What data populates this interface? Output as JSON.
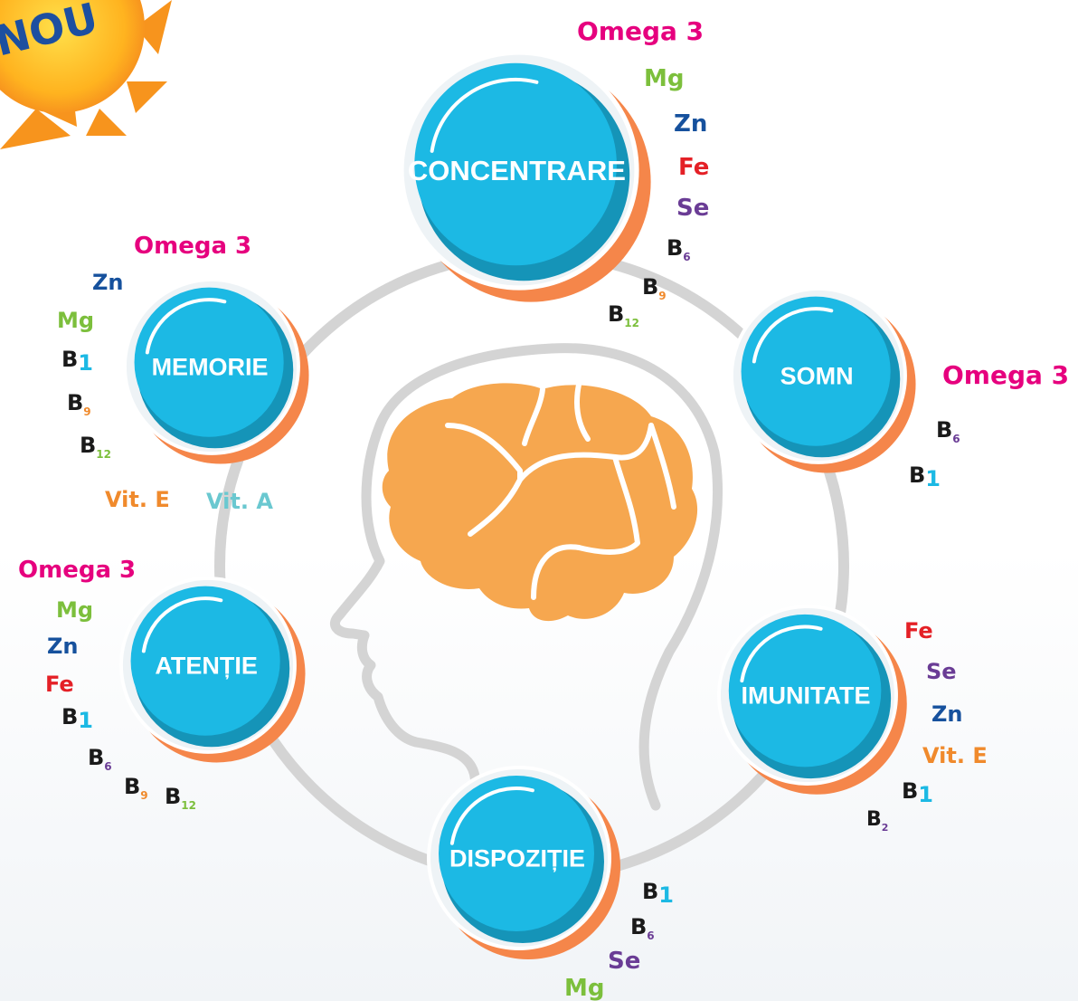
{
  "badge": {
    "text": "NOU"
  },
  "colors": {
    "circle": "#1cb9e4",
    "circle_dark": "#1594b8",
    "crescent": "#f5864a",
    "ring": "#d4d4d4",
    "brain": "#f6a74f",
    "omega": "#e6007e",
    "mg": "#7cbf3c",
    "zn": "#16519d",
    "fe": "#e42026",
    "se": "#6a3c95",
    "b": "#1a1a1a",
    "vitE": "#f08a2c",
    "vitA": "#6ac8d0"
  },
  "nodes": [
    {
      "id": "concentrare",
      "title": "CONCENTRARE",
      "nutrients": [
        {
          "text": "Omega 3",
          "color": "omega"
        },
        {
          "text": "Mg",
          "color": "mg"
        },
        {
          "text": "Zn",
          "color": "zn"
        },
        {
          "text": "Fe",
          "color": "fe"
        },
        {
          "text": "Se",
          "color": "se"
        },
        {
          "text": "B",
          "sub": "6",
          "subcolor": "se"
        },
        {
          "text": "B",
          "sub": "9",
          "subcolor": "vitE"
        },
        {
          "text": "B",
          "sub": "12",
          "subcolor": "mg"
        }
      ]
    },
    {
      "id": "memorie",
      "title": "MEMORIE",
      "nutrients": [
        {
          "text": "Omega 3",
          "color": "omega"
        },
        {
          "text": "Zn",
          "color": "zn"
        },
        {
          "text": "Mg",
          "color": "mg"
        },
        {
          "text": "B",
          "sub": "1",
          "subcolor": "circle"
        },
        {
          "text": "B",
          "sub": "9",
          "subcolor": "vitE"
        },
        {
          "text": "B",
          "sub": "12",
          "subcolor": "mg"
        },
        {
          "text": "Vit. E",
          "color": "vitE"
        },
        {
          "text": "Vit. A",
          "color": "vitA"
        }
      ]
    },
    {
      "id": "somn",
      "title": "SOMN",
      "nutrients": [
        {
          "text": "Omega 3",
          "color": "omega"
        },
        {
          "text": "B",
          "sub": "6",
          "subcolor": "se"
        },
        {
          "text": "B",
          "sub": "1",
          "subcolor": "circle"
        }
      ]
    },
    {
      "id": "atentie",
      "title": "ATENȚIE",
      "nutrients": [
        {
          "text": "Omega 3",
          "color": "omega"
        },
        {
          "text": "Mg",
          "color": "mg"
        },
        {
          "text": "Zn",
          "color": "zn"
        },
        {
          "text": "Fe",
          "color": "fe"
        },
        {
          "text": "B",
          "sub": "1",
          "subcolor": "circle"
        },
        {
          "text": "B",
          "sub": "6",
          "subcolor": "se"
        },
        {
          "text": "B",
          "sub": "9",
          "subcolor": "vitE"
        },
        {
          "text": "B",
          "sub": "12",
          "subcolor": "mg"
        }
      ]
    },
    {
      "id": "imunitate",
      "title": "IMUNITATE",
      "nutrients": [
        {
          "text": "Fe",
          "color": "fe"
        },
        {
          "text": "Se",
          "color": "se"
        },
        {
          "text": "Zn",
          "color": "zn"
        },
        {
          "text": "Vit. E",
          "color": "vitE"
        },
        {
          "text": "B",
          "sub": "1",
          "subcolor": "circle"
        },
        {
          "text": "B",
          "sub": "2",
          "subcolor": "se"
        }
      ]
    },
    {
      "id": "dispozitie",
      "title": "DISPOZIȚIE",
      "nutrients": [
        {
          "text": "B",
          "sub": "1",
          "subcolor": "circle"
        },
        {
          "text": "B",
          "sub": "6",
          "subcolor": "se"
        },
        {
          "text": "Se",
          "color": "se"
        },
        {
          "text": "Mg",
          "color": "mg"
        }
      ]
    }
  ]
}
